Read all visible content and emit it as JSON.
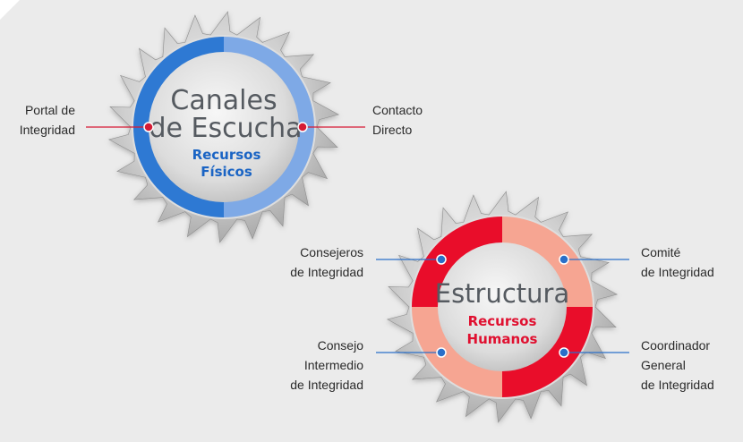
{
  "diagram": {
    "blade_top": {
      "title_line1": "Canales",
      "title_line2": "de Escucha",
      "sub_line1": "Recursos",
      "sub_line2": "Físicos",
      "colors": {
        "dark": "#2f79d3",
        "light": "#7ea9e6",
        "accent": "#1a64c4"
      },
      "labels": {
        "left": "Portal de\nIntegridad",
        "right": "Contacto\nDirecto"
      }
    },
    "blade_bottom": {
      "title": "Estructura",
      "sub_line1": "Recursos",
      "sub_line2": "Humanos",
      "colors": {
        "dark": "#e9112c",
        "light": "#f6a592",
        "accent": "#e01030"
      },
      "labels": {
        "top_left": "Consejeros\nde Integridad",
        "top_right": "Comité\nde Integridad",
        "bottom_left": "Consejo\nIntermedio\nde Integridad",
        "bottom_right": "Coordinador\nGeneral\nde Integridad"
      }
    },
    "connector_colors": {
      "red": "#d51b35",
      "blue": "#2a6fc9"
    }
  }
}
